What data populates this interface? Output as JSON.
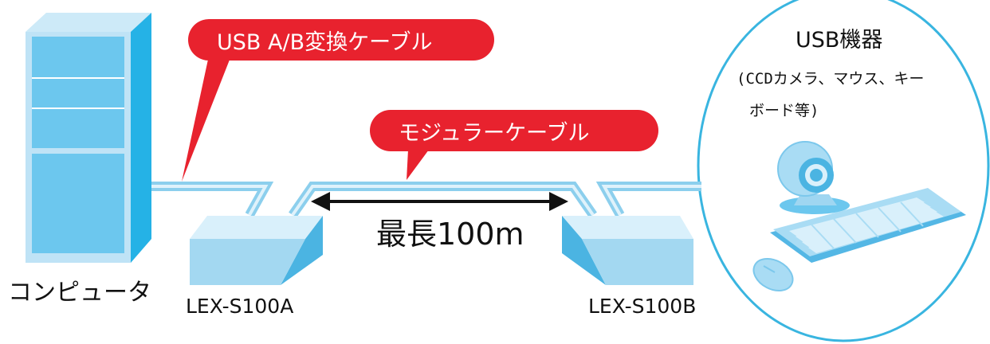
{
  "callouts": {
    "usb_cable": "USB A/B変換ケーブル",
    "modular_cable": "モジュラーケーブル"
  },
  "computer": {
    "label": "コンピュータ"
  },
  "devices": {
    "sender": "LEX-S100A",
    "receiver": "LEX-S100B"
  },
  "distance": {
    "label": "最長100m"
  },
  "usb_device": {
    "title": "USB機器",
    "note_line1": "(CCDカメラ、マウス、キー",
    "note_line2": "ボード等)"
  },
  "colors": {
    "callout_red": "#e8222e",
    "cable_blue": "#7cc8ec",
    "box_light": "#d7eef9",
    "box_mid": "#9fd6f1",
    "box_dark": "#54b7e5",
    "circle_outline": "#39b5e0"
  }
}
